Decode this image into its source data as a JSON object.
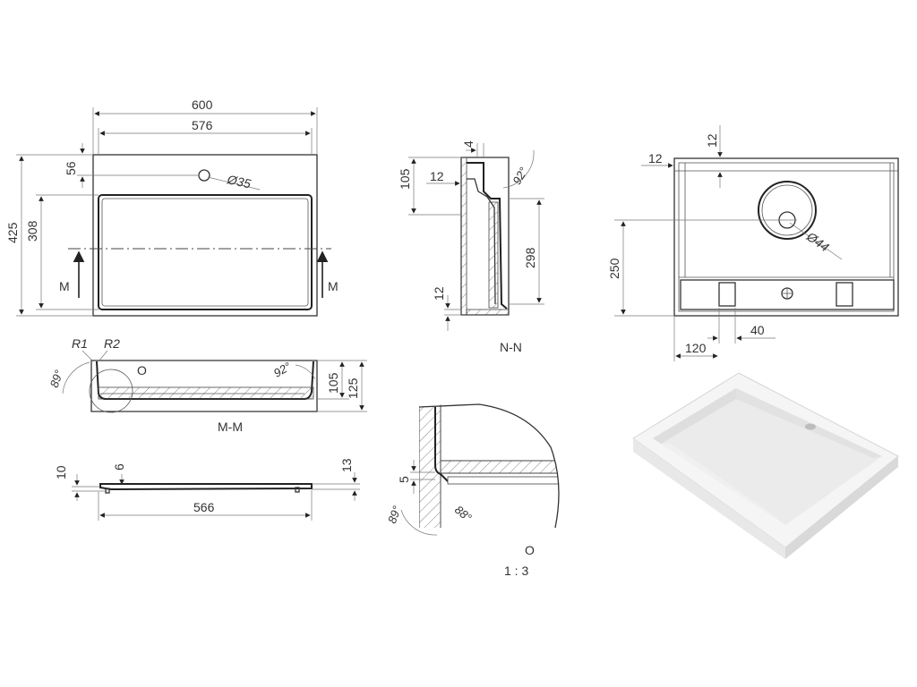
{
  "plan": {
    "width_overall": "600",
    "width_inner": "576",
    "height_overall": "425",
    "height_inner": "308",
    "tap_offset": "56",
    "hole_diameter": "Ø35",
    "section_left": "M",
    "section_right": "M"
  },
  "section_mm": {
    "radius_1": "R1",
    "radius_2": "R2",
    "detail_ref": "O",
    "angle_left": "89°",
    "angle_right": "92°",
    "depth_inner": "105",
    "depth_outer": "125",
    "title": "M-M"
  },
  "section_nn": {
    "dim_4": "4",
    "dim_105": "105",
    "dim_12_top": "12",
    "angle": "92°",
    "dim_298": "298",
    "dim_12_bottom": "12",
    "title": "N-N"
  },
  "plate": {
    "dim_10": "10",
    "dim_6": "6",
    "dim_13": "13",
    "dim_566": "566"
  },
  "detail": {
    "dim_5": "5",
    "angle_89": "89°",
    "angle_88": "88°",
    "title": "O",
    "scale": "1 : 3"
  },
  "bottom_view": {
    "dim_12_top": "12",
    "dim_12_left": "12",
    "hole_diameter": "Ø44",
    "dim_250": "250",
    "dim_40": "40",
    "dim_120": "120"
  },
  "colors": {
    "line": "#333333",
    "render_light": "#f2f2f2",
    "render_shadow": "#d7d7d7"
  }
}
